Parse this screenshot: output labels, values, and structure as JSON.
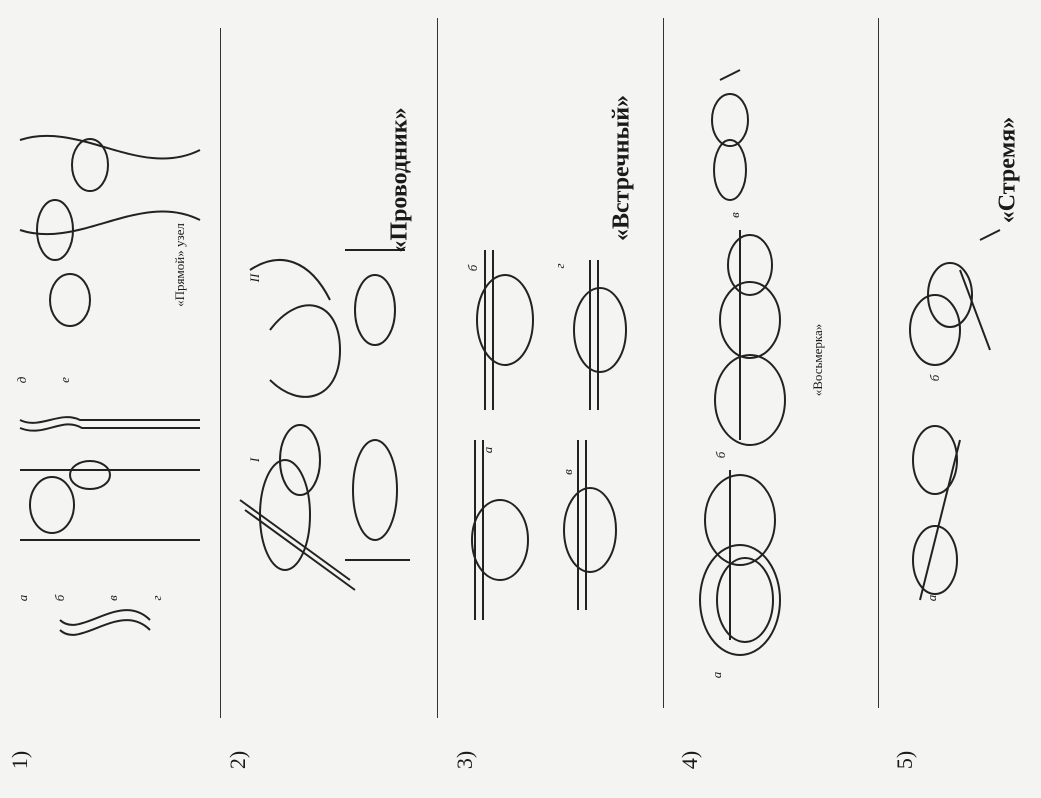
{
  "sections": [
    {
      "number": "1)",
      "caption": "«Прямой» узел",
      "letters": [
        "а",
        "б",
        "в",
        "г",
        "д",
        "е"
      ]
    },
    {
      "number": "2)",
      "title": "«Проводник»",
      "letters": [
        "I",
        "II"
      ]
    },
    {
      "number": "3)",
      "title": "«Встречный»",
      "letters": [
        "а",
        "б",
        "в",
        "г"
      ]
    },
    {
      "number": "4)",
      "caption": "«Восьмерка»",
      "letters": [
        "а",
        "б",
        "в"
      ]
    },
    {
      "number": "5)",
      "title": "«Стремя»",
      "letters": [
        "а",
        "б"
      ]
    }
  ]
}
